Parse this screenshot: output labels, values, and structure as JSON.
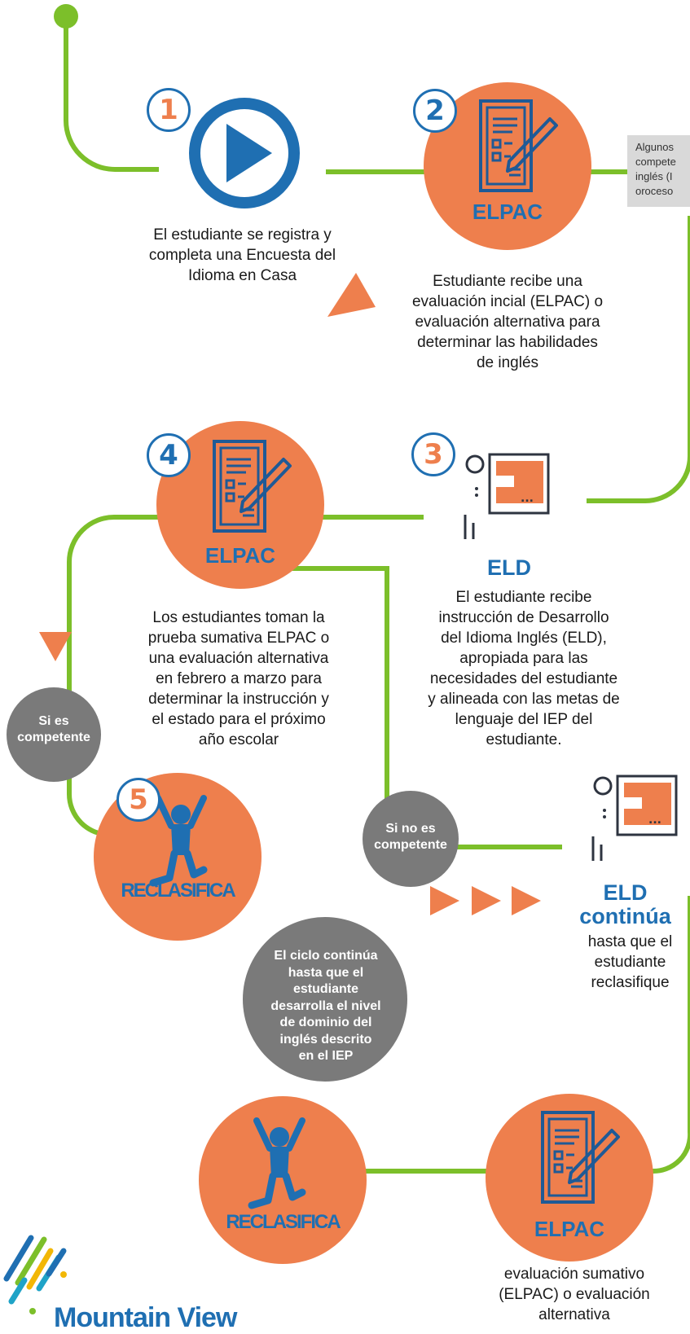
{
  "colors": {
    "green": "#7cbf2a",
    "orange": "#ee7f4d",
    "blue": "#1f6fb2",
    "gray": "#7a7a7a",
    "dark": "#2e3440",
    "num_orange": "#ee7f4d",
    "num_blue": "#1f6fb2"
  },
  "steps": [
    {
      "number": "1",
      "text_lines": [
        "El estudiante se registra y",
        "completa una Encuesta del",
        "Idioma en Casa"
      ]
    },
    {
      "number": "2",
      "label": "ELPAC",
      "text_lines": [
        "Estudiante recibe una",
        "evaluación incial (ELPAC) o",
        "evaluación alternativa para",
        "determinar las habilidades",
        "de inglés"
      ]
    },
    {
      "number": "3",
      "label": "ELD",
      "text_lines": [
        "El estudiante recibe",
        "instrucción de Desarrollo",
        "del Idioma Inglés (ELD),",
        "apropiada para las",
        "necesidades del estudiante",
        "y alineada con las metas de",
        "lenguaje del IEP del",
        "estudiante."
      ]
    },
    {
      "number": "4",
      "label": "ELPAC",
      "text_lines": [
        "Los estudiantes toman la",
        "prueba sumativa ELPAC o",
        "una evaluación alternativa",
        "en febrero a marzo para",
        "determinar la instrucción y",
        "el estado para el próximo",
        "año escolar"
      ]
    },
    {
      "number": "5",
      "label": "RECLASIFICA"
    }
  ],
  "side_note_lines": [
    "Algunos",
    "compete",
    "inglés (I",
    "oroceso"
  ],
  "branches": {
    "competent": [
      "Si es",
      "competente"
    ],
    "not_competent": [
      "Si no es",
      "competente"
    ]
  },
  "eld_continue": {
    "title_lines": [
      "ELD",
      "continúa"
    ],
    "text_lines": [
      "hasta que el",
      "estudiante",
      "reclasifique"
    ]
  },
  "cycle_note_lines": [
    "El ciclo continúa",
    "hasta que el",
    "estudiante",
    "desarrolla el nivel",
    "de dominio del",
    "inglés descrito",
    "en el IEP"
  ],
  "bottom": {
    "reclassify_label": "RECLASIFICA",
    "elpac_label": "ELPAC",
    "text_lines": [
      "evaluación sumativo",
      "(ELPAC) o evaluación",
      "alternativa"
    ]
  },
  "logo": {
    "text": "Mountain View"
  }
}
